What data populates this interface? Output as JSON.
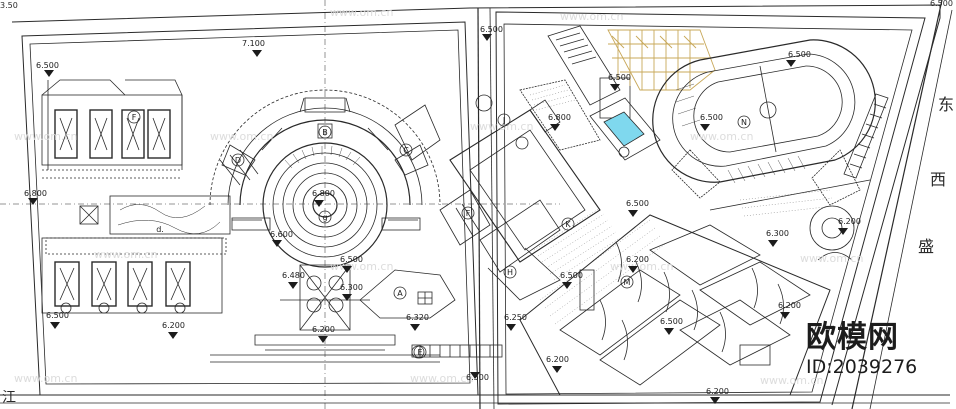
{
  "elevations": {
    "e1": "7.100",
    "e2": "6.500",
    "e3": "6.500",
    "e4": "6.500",
    "e5": "6.500",
    "e6": "6.500",
    "e7": "6.800",
    "e8": "6.800",
    "e9": "6.800",
    "e10": "6.600",
    "e11": "6.480",
    "e12": "6.500",
    "e13": "6.300",
    "e14": "6.500",
    "e15": "6.200",
    "e16": "6.200",
    "e17": "6.320",
    "e18": "6.250",
    "e19": "6.200",
    "e20": "6.500",
    "e21": "6.300",
    "e22": "6.200",
    "e23": "6.200",
    "e24": "6.200",
    "e25": "6.200",
    "e26": "6.500",
    "e27": "6.500",
    "e28": "6.500"
  },
  "building_labels": {
    "A": "A",
    "B": "B",
    "C": "C",
    "D": "D",
    "E": "E",
    "F": "F",
    "G": "G",
    "H": "H",
    "J": "J",
    "K": "K",
    "M": "M",
    "N": "N",
    "g": "g",
    "d": "d."
  },
  "edge_marks": {
    "top_left": "3.50",
    "top_right": "6.500",
    "right_1": "东",
    "right_2": "西",
    "right_3": "盛",
    "bottom_left": "江"
  },
  "watermark": {
    "brand": "欧模网",
    "id": "ID:2039276",
    "url_text": "www.om.cn"
  },
  "colors": {
    "line": "#2a2a2a",
    "pool": "#7fd8ee",
    "gold": "#c8a85a",
    "watermark": "#d9d9d9"
  }
}
